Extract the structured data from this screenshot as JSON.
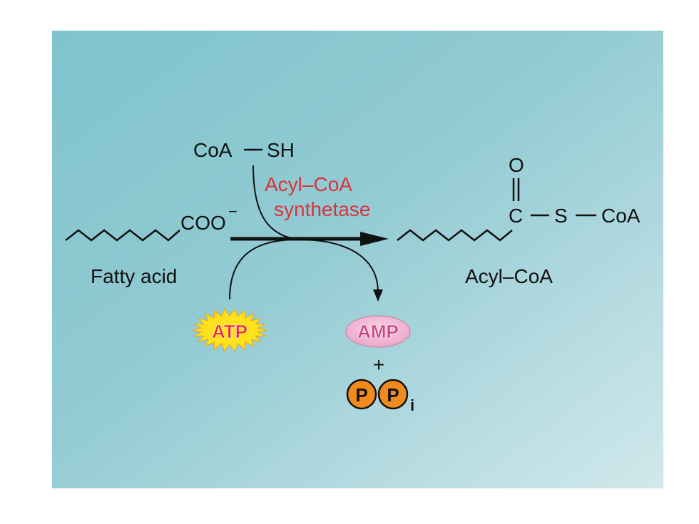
{
  "reactants": {
    "coash": {
      "left": "CoA",
      "right": "SH"
    },
    "fatty_acid": {
      "group": "COO",
      "charge": "−",
      "label": "Fatty acid"
    },
    "atp": "ATP"
  },
  "enzyme": {
    "line1": "Acyl–CoA",
    "line2": "synthetase"
  },
  "products": {
    "acyl_coa": {
      "oxygen": "O",
      "carbon": "C",
      "sulfur": "S",
      "coa": "CoA",
      "label": "Acyl–CoA"
    },
    "amp": "AMP",
    "plus": "+",
    "ppi": {
      "p1": "P",
      "p2": "P",
      "sub": "i"
    }
  },
  "colors": {
    "bg_dark": "#7ec3cd",
    "bg_light": "#cfe7ea",
    "enzyme_red": "#d8343c",
    "atp_yellow": "#ffe11c",
    "atp_text": "#e8232b",
    "amp_fill": "#f1b6d4",
    "amp_text": "#c9427f",
    "pi_orange": "#f18a1d"
  }
}
